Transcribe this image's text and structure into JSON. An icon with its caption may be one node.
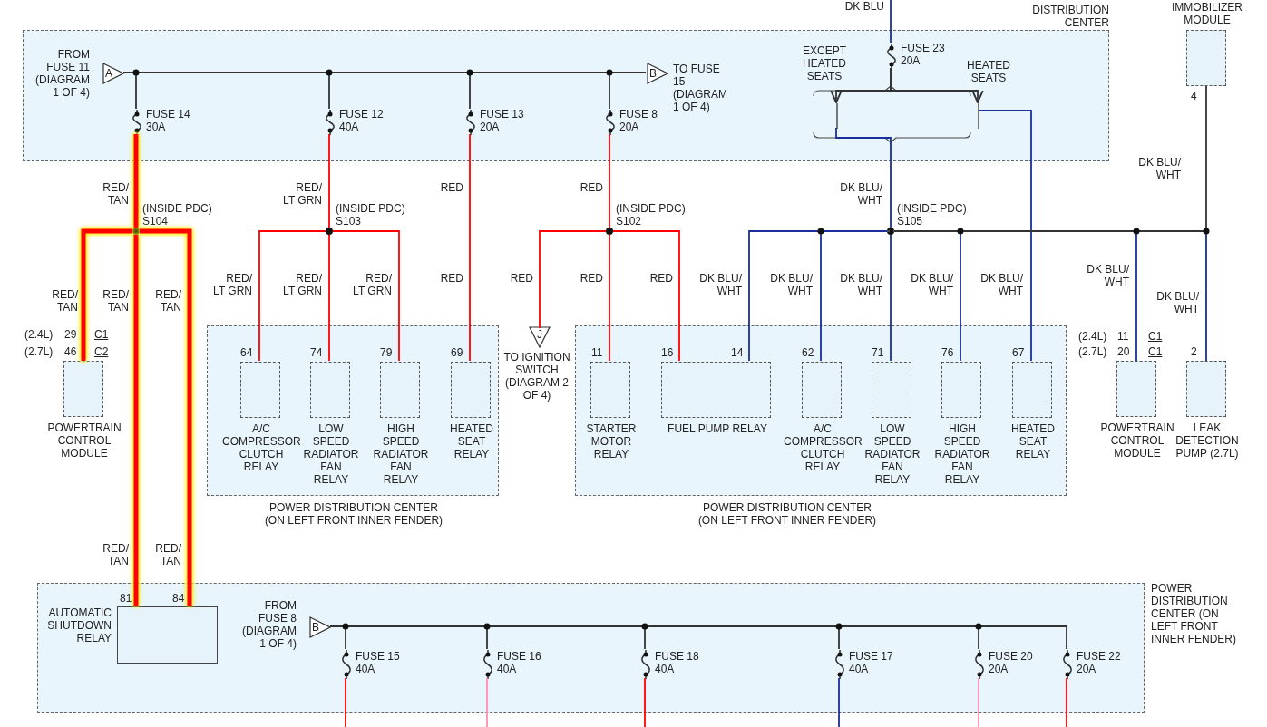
{
  "diagram": {
    "nodes": [
      {
        "text": [
          "DISTRIBUTION CENTER"
        ]
      },
      {
        "text": [
          "A"
        ],
        "beside": [
          "FROM FUSE 11 (DIAGRAM 1 OF 4)"
        ],
        "in": 0
      },
      {
        "text": [
          "B"
        ],
        "beside": [
          "TO FUSE 15 (DIAGRAM 1 OF 4)"
        ],
        "in": 0
      },
      {
        "text": [
          "FUSE 14",
          "30A"
        ],
        "in": 0
      },
      {
        "text": [
          "FUSE 12",
          "40A"
        ],
        "in": 0
      },
      {
        "text": [
          "FUSE 13",
          "20A"
        ],
        "in": 0
      },
      {
        "text": [
          "FUSE 8",
          "20A"
        ],
        "in": 0
      },
      {
        "text": [
          "FUSE 23",
          "20A"
        ],
        "in": 0
      },
      {
        "text": [
          "EXCEPT HEATED SEATS"
        ],
        "in": 0
      },
      {
        "text": [
          "HEATED SEATS"
        ],
        "in": 0
      },
      {
        "text": [
          "(INSIDE PDC) S104"
        ]
      },
      {
        "text": [
          "(INSIDE PDC) S103"
        ]
      },
      {
        "text": [
          "(INSIDE PDC) S102"
        ]
      },
      {
        "text": [
          "(INSIDE PDC) S105"
        ]
      },
      {
        "text": [
          "IMMOBILIZER MODULE"
        ],
        "beside": [
          "4"
        ]
      },
      {
        "text": [
          "POWERTRAIN CONTROL MODULE"
        ],
        "beside": [
          "(2.4L)",
          "29",
          "C1",
          "(2.7L)",
          "46",
          "C2"
        ]
      },
      {
        "text": [
          "POWER DISTRIBUTION CENTER (ON LEFT FRONT INNER FENDER)"
        ]
      },
      {
        "text": [
          "A/C COMPRESSOR CLUTCH RELAY"
        ],
        "beside": [
          "64"
        ],
        "in": 16
      },
      {
        "text": [
          "LOW SPEED RADIATOR FAN RELAY"
        ],
        "beside": [
          "74"
        ],
        "in": 16
      },
      {
        "text": [
          "HIGH SPEED RADIATOR FAN RELAY"
        ],
        "beside": [
          "79"
        ],
        "in": 16
      },
      {
        "text": [
          "HEATED SEAT RELAY"
        ],
        "beside": [
          "69"
        ],
        "in": 16
      },
      {
        "text": [
          "J"
        ],
        "beside": [
          "TO IGNITION SWITCH (DIAGRAM 2 OF 4)"
        ]
      },
      {
        "text": [
          "POWER DISTRIBUTION CENTER (ON LEFT FRONT INNER FENDER)"
        ]
      },
      {
        "text": [
          "STARTER MOTOR RELAY"
        ],
        "beside": [
          "11"
        ],
        "in": 22
      },
      {
        "text": [
          "FUEL PUMP RELAY"
        ],
        "beside": [
          "16",
          "14"
        ],
        "in": 22
      },
      {
        "text": [
          "A/C COMPRESSOR CLUTCH RELAY"
        ],
        "beside": [
          "62"
        ],
        "in": 22
      },
      {
        "text": [
          "LOW SPEED RADIATOR FAN RELAY"
        ],
        "beside": [
          "71"
        ],
        "in": 22
      },
      {
        "text": [
          "HIGH SPEED RADIATOR FAN RELAY"
        ],
        "beside": [
          "76"
        ],
        "in": 22
      },
      {
        "text": [
          "HEATED SEAT RELAY"
        ],
        "beside": [
          "67"
        ],
        "in": 22
      },
      {
        "text": [
          "POWERTRAIN CONTROL MODULE"
        ],
        "beside": [
          "(2.4L)",
          "11",
          "C1",
          "(2.7L)",
          "20",
          "C1"
        ]
      },
      {
        "text": [
          "LEAK DETECTION PUMP (2.7L)"
        ],
        "beside": [
          "2"
        ]
      },
      {
        "text": [
          "POWER DISTRIBUTION CENTER (ON LEFT FRONT INNER FENDER)"
        ]
      },
      {
        "text": [
          "AUTOMATIC SHUTDOWN RELAY"
        ],
        "beside": [
          "81",
          "84"
        ],
        "in": 31
      },
      {
        "text": [
          "B"
        ],
        "beside": [
          "FROM FUSE 8 (DIAGRAM 1 OF 4)"
        ],
        "in": 31
      },
      {
        "text": [
          "FUSE 15",
          "40A"
        ],
        "in": 31
      },
      {
        "text": [
          "FUSE 16",
          "40A"
        ],
        "in": 31
      },
      {
        "text": [
          "FUSE 18",
          "40A"
        ],
        "in": 31
      },
      {
        "text": [
          "FUSE 17",
          "40A"
        ],
        "in": 31
      },
      {
        "text": [
          "FUSE 20",
          "20A"
        ],
        "in": 31
      },
      {
        "text": [
          "FUSE 22",
          "20A"
        ],
        "in": 31
      }
    ],
    "edges": [
      {
        "from": 1,
        "to": 2,
        "arrow": "none",
        "color": "#333333"
      },
      {
        "from": 1,
        "to": 3,
        "arrow": "none",
        "color": "#333333"
      },
      {
        "from": 1,
        "to": 4,
        "arrow": "none",
        "color": "#333333"
      },
      {
        "from": 1,
        "to": 5,
        "arrow": "none",
        "color": "#333333"
      },
      {
        "from": 1,
        "to": 6,
        "arrow": "none",
        "color": "#333333"
      },
      {
        "from": null,
        "to": 7,
        "arrow": "none",
        "label": "DK BLU",
        "color": "#1a2f9c"
      },
      {
        "from": 7,
        "to": 8,
        "arrow": "to",
        "color": "#333333"
      },
      {
        "from": 7,
        "to": 9,
        "arrow": "to",
        "color": "#333333"
      },
      {
        "from": 8,
        "to": 13,
        "arrow": "none",
        "label": "DK BLU/ WHT",
        "color": "#1a2f9c"
      },
      {
        "from": 9,
        "to": 28,
        "arrow": "none",
        "label": "DK BLU/ WHT",
        "color": "#1a2f9c"
      },
      {
        "from": 3,
        "to": 10,
        "arrow": "none",
        "label": "RED/ TAN",
        "color": "#ff0000",
        "style": "thick"
      },
      {
        "from": 10,
        "to": 15,
        "arrow": "none",
        "label": "RED/ TAN",
        "color": "#ff0000",
        "style": "thick"
      },
      {
        "from": 10,
        "to": 32,
        "arrow": "none",
        "label": "RED/ TAN",
        "color": "#ff0000",
        "style": "thick"
      },
      {
        "from": 10,
        "to": 32,
        "arrow": "none",
        "label": "RED/ TAN",
        "color": "#ff0000",
        "style": "thick"
      },
      {
        "from": 4,
        "to": 11,
        "arrow": "none",
        "label": "RED/ LT GRN",
        "color": "#ff0000"
      },
      {
        "from": 11,
        "to": 17,
        "arrow": "none",
        "label": "RED/ LT GRN",
        "color": "#ff0000"
      },
      {
        "from": 11,
        "to": 18,
        "arrow": "none",
        "label": "RED/ LT GRN",
        "color": "#ff0000"
      },
      {
        "from": 11,
        "to": 19,
        "arrow": "none",
        "label": "RED/ LT GRN",
        "color": "#ff0000"
      },
      {
        "from": 5,
        "to": 20,
        "arrow": "none",
        "label": "RED",
        "color": "#ff0000"
      },
      {
        "from": 6,
        "to": 12,
        "arrow": "none",
        "label": "RED",
        "color": "#ff0000"
      },
      {
        "from": 12,
        "to": 21,
        "arrow": "none",
        "label": "RED",
        "color": "#ff0000"
      },
      {
        "from": 12,
        "to": 23,
        "arrow": "none",
        "label": "RED",
        "color": "#ff0000"
      },
      {
        "from": 12,
        "to": 24,
        "arrow": "none",
        "label": "RED",
        "color": "#ff0000"
      },
      {
        "from": 13,
        "to": 24,
        "arrow": "none",
        "label": "DK BLU/ WHT",
        "color": "#1a2f9c"
      },
      {
        "from": 13,
        "to": 25,
        "arrow": "none",
        "label": "DK BLU/ WHT",
        "color": "#1a2f9c"
      },
      {
        "from": 13,
        "to": 26,
        "arrow": "none",
        "label": "DK BLU/ WHT",
        "color": "#1a2f9c"
      },
      {
        "from": 13,
        "to": 27,
        "arrow": "none",
        "label": "DK BLU/ WHT",
        "color": "#1a2f9c"
      },
      {
        "from": 13,
        "to": 29,
        "arrow": "none",
        "label": "DK BLU/ WHT",
        "color": "#1a2f9c"
      },
      {
        "from": 13,
        "to": 30,
        "arrow": "none",
        "label": "DK BLU/ WHT",
        "color": "#1a2f9c"
      },
      {
        "from": 14,
        "to": 13,
        "arrow": "none",
        "label": "DK BLU/ WHT",
        "color": "#333333"
      },
      {
        "from": 33,
        "to": 34,
        "arrow": "none",
        "color": "#333333"
      },
      {
        "from": 33,
        "to": 35,
        "arrow": "none",
        "color": "#333333"
      },
      {
        "from": 33,
        "to": 36,
        "arrow": "none",
        "color": "#333333"
      },
      {
        "from": 33,
        "to": 37,
        "arrow": "none",
        "color": "#333333"
      },
      {
        "from": 33,
        "to": 38,
        "arrow": "none",
        "color": "#333333"
      },
      {
        "from": 33,
        "to": 39,
        "arrow": "none",
        "color": "#333333"
      },
      {
        "from": 34,
        "to": null,
        "arrow": "none",
        "color": "#ff0000"
      },
      {
        "from": 35,
        "to": null,
        "arrow": "none",
        "color": "#ff8fb0"
      },
      {
        "from": 36,
        "to": null,
        "arrow": "none",
        "color": "#ff0000"
      },
      {
        "from": 37,
        "to": null,
        "arrow": "none",
        "color": "#1a2f9c"
      },
      {
        "from": 38,
        "to": null,
        "arrow": "none",
        "color": "#ff8fb0"
      },
      {
        "from": 39,
        "to": null,
        "arrow": "none",
        "color": "#ff0000"
      }
    ],
    "labels": [
      "RED",
      "RED/ TAN",
      "RED/ TAN"
    ]
  }
}
